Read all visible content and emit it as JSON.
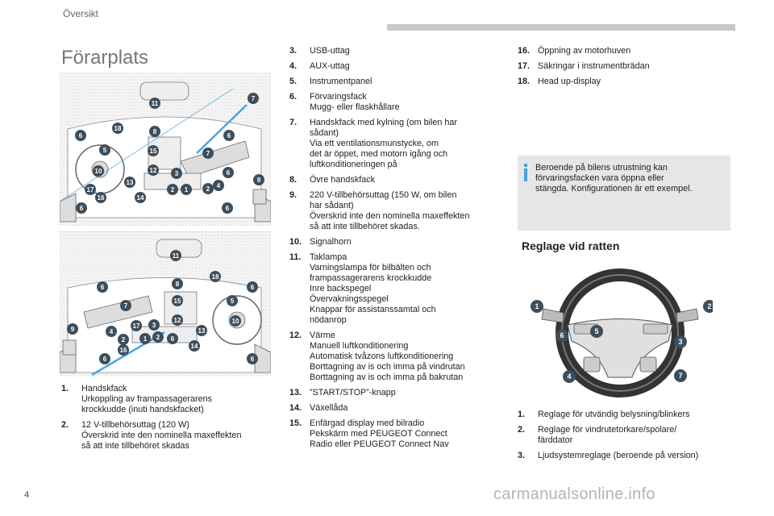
{
  "header": {
    "section": "Översikt"
  },
  "page": {
    "title": "Förarplats",
    "number": "4"
  },
  "diagram_top": {
    "callouts": [
      "11",
      "7",
      "18",
      "8",
      "6",
      "6",
      "5",
      "15",
      "7",
      "10",
      "12",
      "6",
      "9",
      "13",
      "3",
      "17",
      "16",
      "14",
      "2",
      "1",
      "2",
      "4",
      "6",
      "6"
    ]
  },
  "diagram_bottom": {
    "callouts": [
      "11",
      "18",
      "8",
      "6",
      "6",
      "15",
      "7",
      "5",
      "10",
      "12",
      "3",
      "17",
      "4",
      "2",
      "13",
      "9",
      "1",
      "2",
      "6",
      "14",
      "16",
      "6",
      "6"
    ]
  },
  "list_left": [
    {
      "num": "1.",
      "lines": [
        "Handskfack",
        "Urkoppling av frampassagerarens",
        "krockkudde (inuti handskfacket)"
      ]
    },
    {
      "num": "2.",
      "lines": [
        "12 V-tillbehörsuttag (120 W)",
        "Överskrid inte den nominella maxeffekten",
        "så att inte tillbehöret skadas"
      ]
    }
  ],
  "list_mid": [
    {
      "num": "3.",
      "lines": [
        "USB-uttag"
      ]
    },
    {
      "num": "4.",
      "lines": [
        "AUX-uttag"
      ]
    },
    {
      "num": "5.",
      "lines": [
        "Instrumentpanel"
      ]
    },
    {
      "num": "6.",
      "lines": [
        "Förvaringsfack",
        "Mugg- eller flaskhållare"
      ]
    },
    {
      "num": "7.",
      "lines": [
        "Handskfack med kylning (om bilen har",
        "sådant)",
        "Via ett ventilationsmunstycke, om",
        "det är öppet, med motorn igång och",
        "luftkonditioneringen på"
      ]
    },
    {
      "num": "8.",
      "lines": [
        "Övre handskfack"
      ]
    },
    {
      "num": "9.",
      "lines": [
        "220 V-tillbehörsuttag (150 W, om bilen",
        "har sådant)",
        "Överskrid inte den nominella maxeffekten",
        "så att inte tillbehöret skadas."
      ]
    },
    {
      "num": "10.",
      "lines": [
        "Signalhorn"
      ]
    },
    {
      "num": "11.",
      "lines": [
        "Taklampa",
        "Varningslampa för bilbälten och",
        "frampassagerarens krockkudde",
        "Inre backspegel",
        "Övervakningsspegel",
        "Knappar för assistanssamtal och",
        "nödanrop"
      ]
    },
    {
      "num": "12.",
      "lines": [
        "Värme",
        "Manuell luftkonditionering",
        "Automatisk tvåzons luftkonditionering",
        "Borttagning av is och imma på vindrutan",
        "Borttagning av is och imma på bakrutan"
      ]
    },
    {
      "num": "13.",
      "lines": [
        "”START/STOP”-knapp"
      ]
    },
    {
      "num": "14.",
      "lines": [
        "Växellåda"
      ]
    },
    {
      "num": "15.",
      "lines": [
        "Enfärgad display med bilradio",
        "Pekskärm med PEUGEOT Connect",
        "Radio eller PEUGEOT Connect Nav"
      ]
    }
  ],
  "list_right": [
    {
      "num": "16.",
      "lines": [
        "Öppning av motorhuven"
      ]
    },
    {
      "num": "17.",
      "lines": [
        "Säkringar i instrumentbrädan"
      ]
    },
    {
      "num": "18.",
      "lines": [
        "Head up-display"
      ]
    }
  ],
  "info": {
    "text": [
      "Beroende på bilens utrustning kan",
      "förvaringsfacken vara öppna eller",
      "stängda. Konfigurationen är ett exempel."
    ]
  },
  "steering": {
    "title": "Reglage vid ratten",
    "callouts": [
      "1",
      "2",
      "6",
      "5",
      "3",
      "4",
      "7"
    ],
    "items": [
      {
        "num": "1.",
        "lines": [
          "Reglage för utvändig belysning/blinkers"
        ]
      },
      {
        "num": "2.",
        "lines": [
          "Reglage för vindrutetorkare/spolare/",
          "färddator"
        ]
      },
      {
        "num": "3.",
        "lines": [
          "Ljudsystemreglage (beroende på version)"
        ]
      }
    ]
  },
  "watermark": "carmanualsonline.info",
  "colors": {
    "callout": "#3d4e5c",
    "accent": "#4aa3df",
    "info_bg": "#e6e6e6"
  }
}
